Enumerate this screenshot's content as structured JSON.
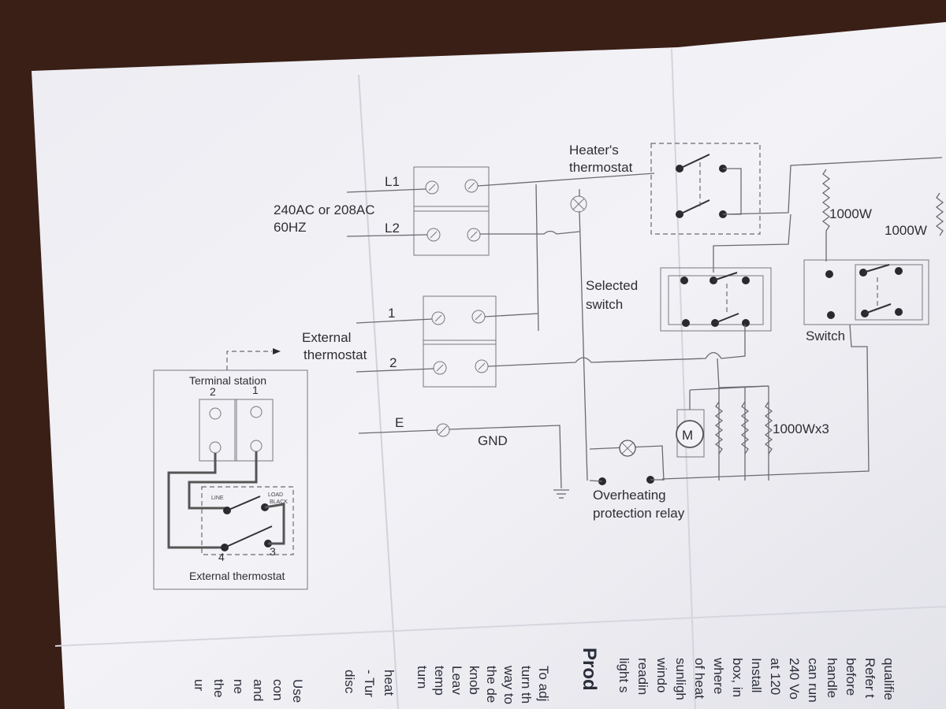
{
  "diagram": {
    "supply": {
      "voltage": "240AC or 208AC",
      "freq": "60HZ",
      "l1": "L1",
      "l2": "L2"
    },
    "heater_thermostat": [
      "Heater's",
      "thermostat"
    ],
    "heater_1": "1000W",
    "heater_2": "1000W",
    "selected_switch": [
      "Selected",
      "switch"
    ],
    "switch": "Switch",
    "external_thermostat_label": [
      "External",
      "thermostat"
    ],
    "ext_term_1": "1",
    "ext_term_2": "2",
    "ground_terminal": "E",
    "gnd": "GND",
    "motor": "M",
    "heaters_3": "1000Wx3",
    "relay": [
      "Overheating",
      "protection relay"
    ],
    "inset": {
      "title": "Terminal station",
      "terminals": [
        "2",
        "1"
      ],
      "line": "LINE",
      "load": "LOAD",
      "black": "BLACK",
      "pins": [
        "4",
        "3"
      ],
      "caption": "External thermostat"
    }
  },
  "manual_text": {
    "col1": [
      "Use",
      "con",
      "and",
      "ne",
      "the",
      "ur"
    ],
    "col2": [
      "heat",
      "- Tur",
      "disc"
    ],
    "col3": [
      "turn",
      "temp",
      "Leav",
      "knob",
      "the de",
      "way to",
      "turn th",
      "To adj"
    ],
    "heading": "Prod",
    "col4": [
      "light s",
      "readin",
      "windo",
      "sunligh",
      "of heat",
      "where",
      "box, in",
      "Install",
      "at 120",
      "240 Vo",
      "can run",
      "handle",
      "before",
      "Refer t",
      "qualifie"
    ]
  }
}
